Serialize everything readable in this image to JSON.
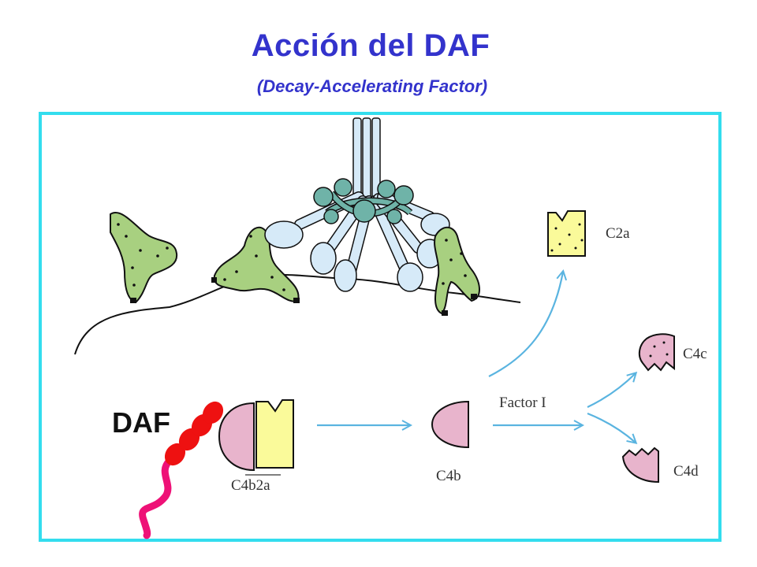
{
  "title": "Acción del DAF",
  "subtitle": "(Decay-Accelerating Factor)",
  "labels": {
    "daf": "DAF",
    "c4b2a": "C4b2a",
    "c4b": "C4b",
    "factor_i": "Factor I",
    "c2a": "C2a",
    "c4c": "C4c",
    "c4d": "C4d"
  },
  "colors": {
    "title": "#3333cc",
    "panel_border": "#33ddee",
    "arrow": "#5ab4e0",
    "c4_pink": "#e8b4cc",
    "c2_yellow": "#fafa9a",
    "antigen_green": "#a8d080",
    "antibody_blue": "#d6eaf8",
    "c1_teal": "#6fb3a8",
    "daf_red": "#ee1111",
    "daf_magenta": "#ee1177"
  }
}
